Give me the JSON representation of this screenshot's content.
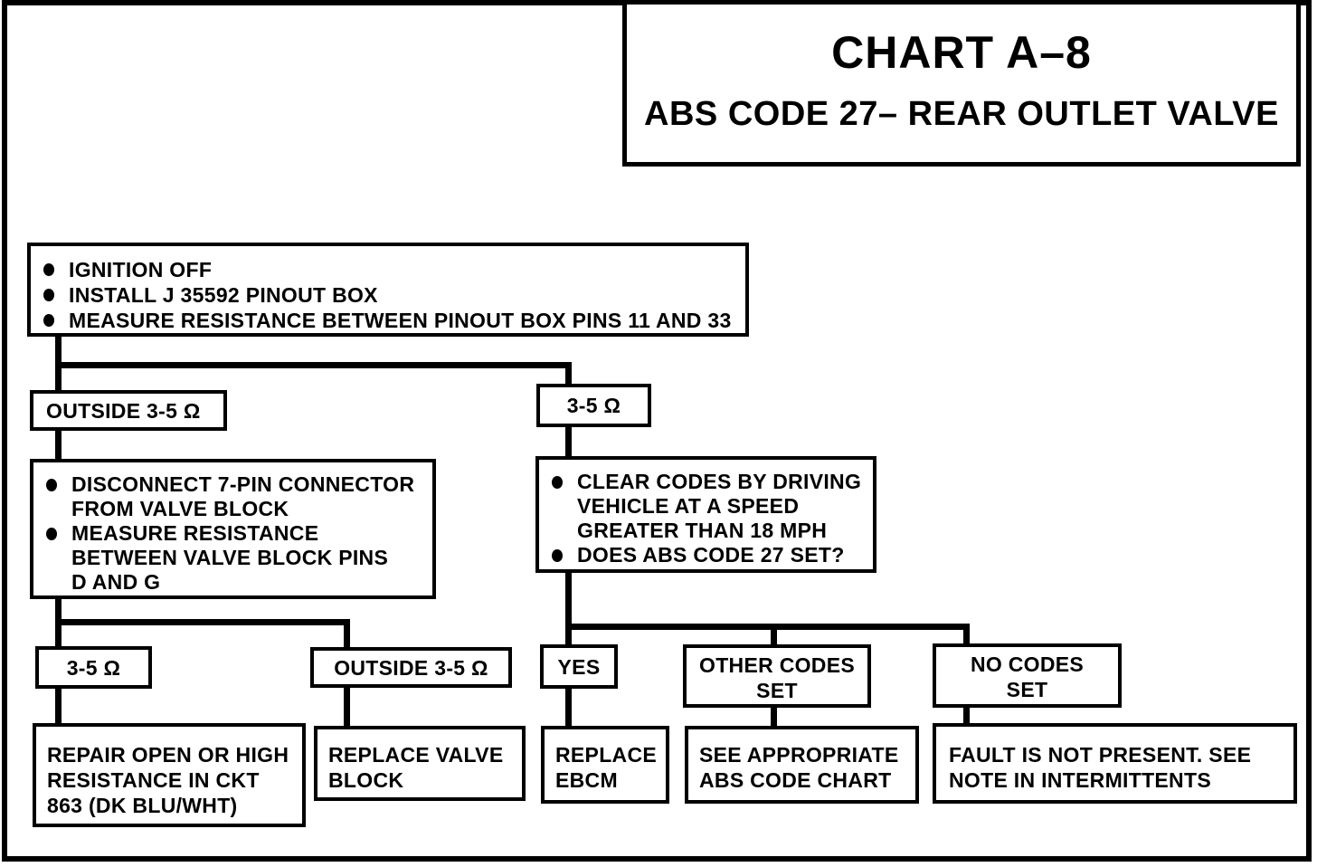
{
  "title": {
    "line1": "CHART A–8",
    "line2": "ABS CODE 27– REAR OUTLET VALVE"
  },
  "nodes": {
    "start": {
      "bullets": [
        {
          "lines": [
            "IGNITION OFF"
          ]
        },
        {
          "lines": [
            "INSTALL J 35592 PINOUT BOX"
          ]
        },
        {
          "lines": [
            "MEASURE RESISTANCE BETWEEN PINOUT BOX PINS 11 AND 33"
          ]
        }
      ]
    },
    "outside_top": {
      "label": "OUTSIDE 3-5 Ω"
    },
    "in_range_top": {
      "label": "3-5  Ω"
    },
    "left_detail": {
      "bullets": [
        {
          "lines": [
            "DISCONNECT 7-PIN CONNECTOR",
            "FROM VALVE BLOCK"
          ]
        },
        {
          "lines": [
            "MEASURE RESISTANCE",
            "BETWEEN VALVE BLOCK PINS",
            "D AND G"
          ]
        }
      ]
    },
    "right_detail": {
      "bullets": [
        {
          "lines": [
            "CLEAR CODES BY DRIVING",
            "VEHICLE AT A SPEED",
            "GREATER THAN 18 MPH"
          ]
        },
        {
          "lines": [
            "DOES ABS CODE 27 SET?"
          ]
        }
      ]
    },
    "in_range_bottom": {
      "label": "3-5  Ω"
    },
    "outside_bottom": {
      "label": "OUTSIDE 3-5 Ω"
    },
    "yes": {
      "label": "YES"
    },
    "other_codes": {
      "lines": [
        "OTHER CODES",
        "SET"
      ]
    },
    "no_codes": {
      "lines": [
        "NO CODES",
        "SET"
      ]
    },
    "repair": {
      "lines": [
        "REPAIR OPEN OR HIGH",
        "RESISTANCE IN CKT",
        "863 (DK BLU/WHT)"
      ]
    },
    "replace_valve": {
      "lines": [
        "REPLACE VALVE",
        "BLOCK"
      ]
    },
    "replace_ebcm": {
      "lines": [
        "REPLACE",
        "EBCM"
      ]
    },
    "see_chart": {
      "lines": [
        "SEE APPROPRIATE",
        "ABS CODE CHART"
      ]
    },
    "fault": {
      "lines": [
        "FAULT IS NOT PRESENT. SEE",
        "NOTE IN INTERMITTENTS"
      ]
    }
  },
  "colors": {
    "ink": "#000000",
    "paper": "#ffffff"
  }
}
